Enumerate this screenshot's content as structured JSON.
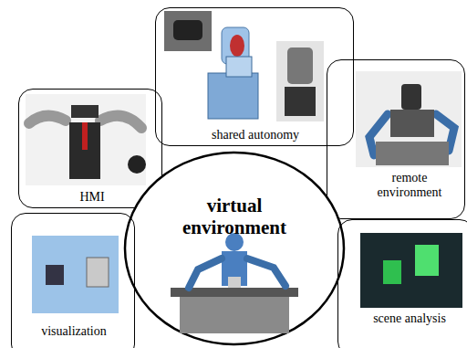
{
  "diagram": {
    "nodes": [
      {
        "text": [
          "shared autonomy"
        ]
      },
      {
        "text": [
          "HMI"
        ]
      },
      {
        "text": [
          "remote environment"
        ]
      },
      {
        "text": [
          "virtual environment"
        ]
      },
      {
        "text": [
          "visualization"
        ]
      },
      {
        "text": [
          "scene analysis"
        ]
      }
    ]
  }
}
